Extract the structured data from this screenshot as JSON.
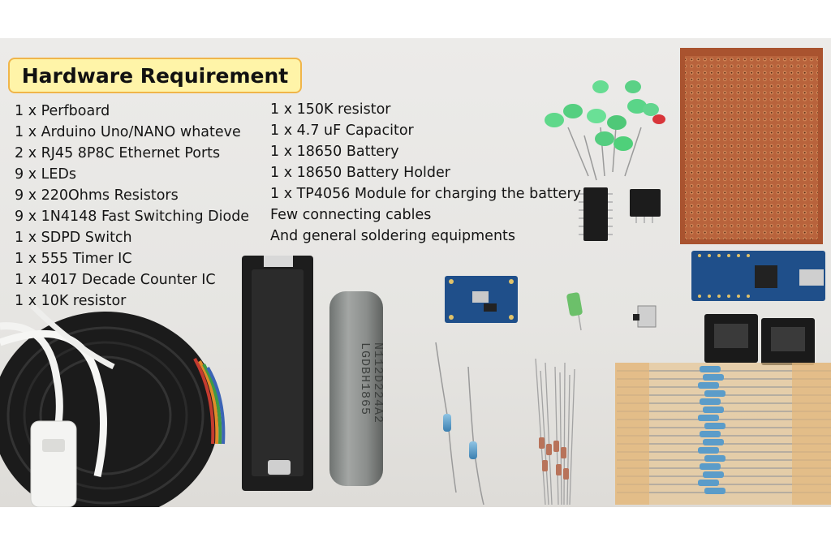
{
  "title": "Hardware Requirement",
  "requirements_left": [
    "1 x Perfboard",
    "1 x Arduino Uno/NANO whateve",
    "2 x RJ45 8P8C Ethernet Ports",
    "9 x LEDs",
    "9 x 220Ohms Resistors",
    "9 x 1N4148 Fast Switching Diode",
    "1 x SDPD Switch",
    "1 x 555 Timer IC",
    "1 x 4017 Decade Counter IC",
    "1 x 10K resistor"
  ],
  "requirements_right": [
    "1 x 150K resistor",
    "1 x 4.7 uF Capacitor",
    "1 x 18650 Battery",
    "1 x 18650 Battery Holder",
    "1 x TP4056 Module for charging the battery",
    "Few connecting cables",
    "And general soldering equipments"
  ],
  "battery_print": "LGDBH1865",
  "battery_print_2": "N112D224A2",
  "colors": {
    "title_fill": "#fff4a8",
    "title_border": "#f0b54a",
    "perfboard": "#b5603a",
    "pcb_blue": "#1f4f8a",
    "led_green": "#4fd07a",
    "battery_gray": "#8c8f8d"
  }
}
